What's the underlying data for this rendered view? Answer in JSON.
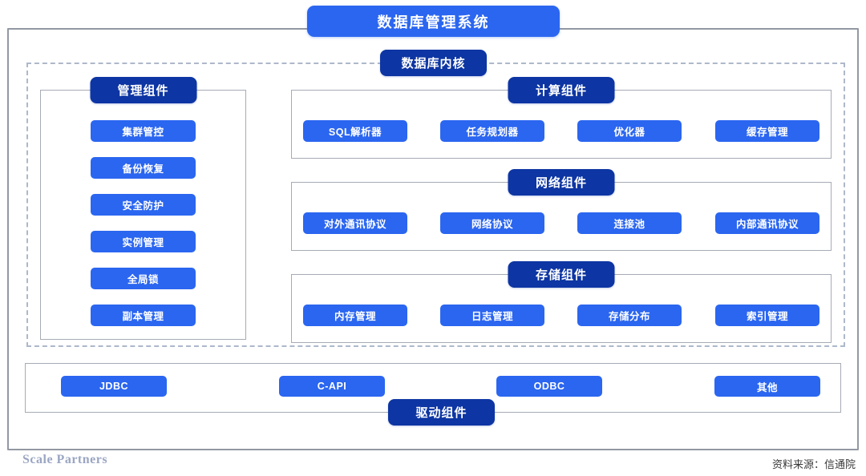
{
  "title": "数据库管理系统",
  "kernel_label": "数据库内核",
  "management": {
    "header": "管理组件",
    "items": [
      "集群管控",
      "备份恢复",
      "安全防护",
      "实例管理",
      "全局锁",
      "副本管理"
    ]
  },
  "sections": [
    {
      "header": "计算组件",
      "items": [
        "SQL解析器",
        "任务规划器",
        "优化器",
        "缓存管理"
      ]
    },
    {
      "header": "网络组件",
      "items": [
        "对外通讯协议",
        "网络协议",
        "连接池",
        "内部通讯协议"
      ]
    },
    {
      "header": "存储组件",
      "items": [
        "内存管理",
        "日志管理",
        "存储分布",
        "索引管理"
      ]
    }
  ],
  "drivers": {
    "header": "驱动组件",
    "items": [
      "JDBC",
      "C-API",
      "ODBC",
      "其他"
    ]
  },
  "footer": {
    "brand": "Scale Partners",
    "source": "资料来源：信通院"
  },
  "colors": {
    "primary_blue": "#2b66f0",
    "dark_navy": "#0d35a3",
    "outer_border": "#9298a3",
    "inner_border": "#a6abb4",
    "dashed_border": "#aeb8ca"
  }
}
